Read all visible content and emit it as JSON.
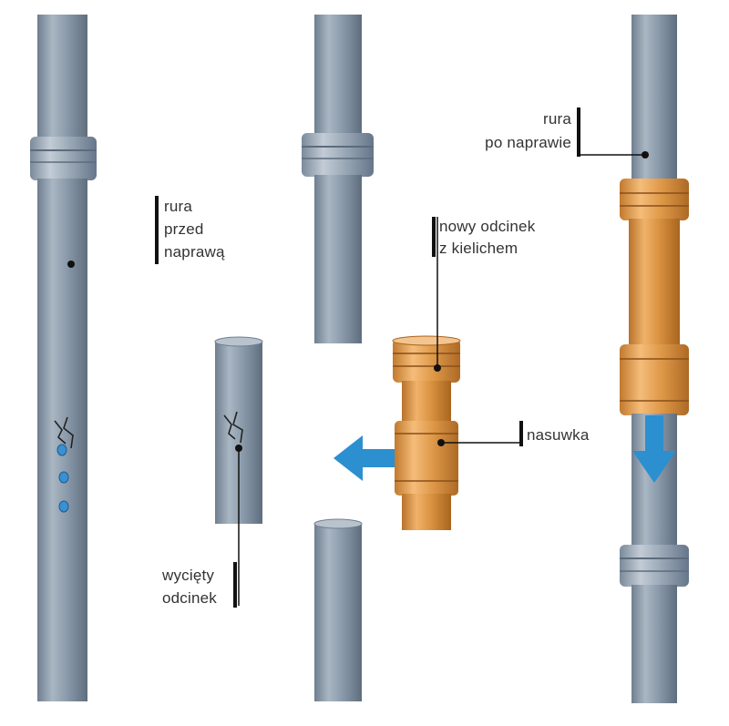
{
  "labels": {
    "pipe_before": [
      "rura",
      "przed",
      "naprawą"
    ],
    "cut_section": [
      "wycięty",
      "odcinek"
    ],
    "new_section": [
      "nowy odcinek",
      "z kielichem"
    ],
    "slip_coupling": [
      "nasuwka"
    ],
    "pipe_after": [
      "rura",
      "po naprawie"
    ]
  },
  "colors": {
    "pipe_gray": "#8a9aaa",
    "pipe_orange": "#d9923d",
    "arrow_blue": "#2b8fd0",
    "leak_blue": "#3a90d0",
    "text": "#333333"
  },
  "icons": [
    "left-arrow-icon",
    "down-arrow-icon",
    "crack-icon",
    "water-drop-icon"
  ]
}
